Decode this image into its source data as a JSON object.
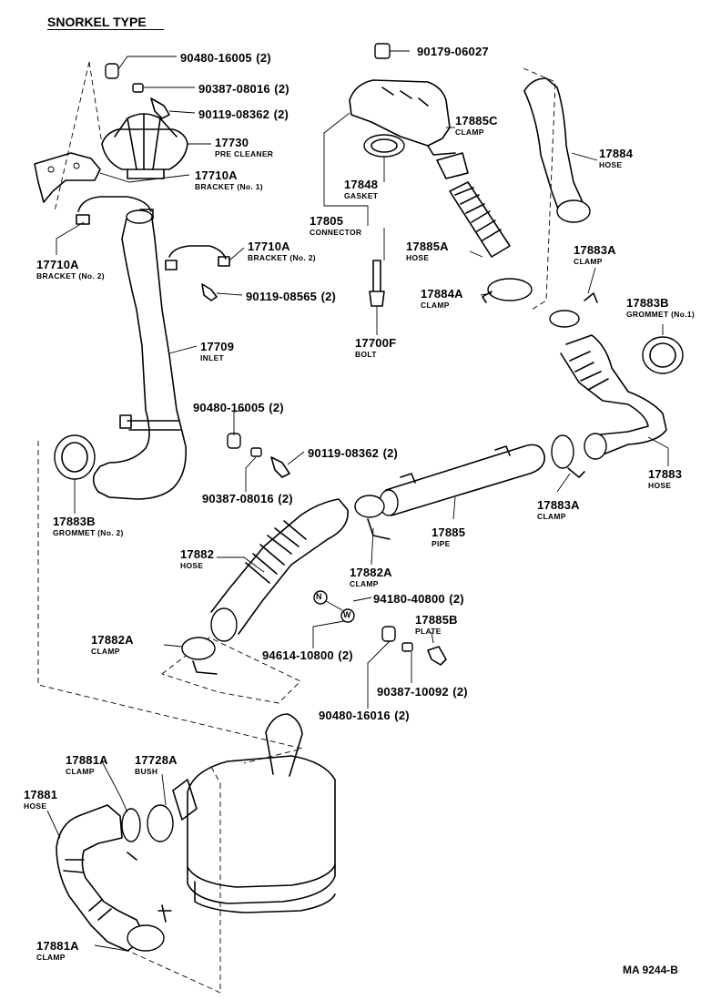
{
  "header": {
    "title": "SNORKEL TYPE"
  },
  "footer": {
    "code": "MA 9244-B"
  },
  "parts": [
    {
      "key": "p01",
      "number": "90480-16005",
      "qty": "(2)"
    },
    {
      "key": "p02",
      "number": "90387-08016",
      "qty": "(2)"
    },
    {
      "key": "p03",
      "number": "90119-08362",
      "qty": "(2)"
    },
    {
      "key": "p04",
      "number": "17730",
      "desc": "PRE CLEANER"
    },
    {
      "key": "p05",
      "number": "17710A",
      "desc": "BRACKET (No. 1)"
    },
    {
      "key": "p06",
      "number": "17710A",
      "desc": "BRACKET (No. 2)"
    },
    {
      "key": "p07",
      "number": "17710A",
      "desc": "BRACKET (No. 2)"
    },
    {
      "key": "p08",
      "number": "90119-08565",
      "qty": "(2)"
    },
    {
      "key": "p09",
      "number": "17709",
      "desc": "INLET"
    },
    {
      "key": "p10",
      "number": "90480-16005",
      "qty": "(2)"
    },
    {
      "key": "p11",
      "number": "90119-08362",
      "qty": "(2)"
    },
    {
      "key": "p12",
      "number": "90387-08016",
      "qty": "(2)"
    },
    {
      "key": "p13",
      "number": "17883B",
      "desc": "GROMMET (No. 2)"
    },
    {
      "key": "p14",
      "number": "90179-06027"
    },
    {
      "key": "p15",
      "number": "17885C",
      "desc": "CLAMP"
    },
    {
      "key": "p16",
      "number": "17848",
      "desc": "GASKET"
    },
    {
      "key": "p17",
      "number": "17805",
      "desc": "CONNECTOR"
    },
    {
      "key": "p18",
      "number": "17885A",
      "desc": "HOSE"
    },
    {
      "key": "p19",
      "number": "17884A",
      "desc": "CLAMP"
    },
    {
      "key": "p20",
      "number": "17700F",
      "desc": "BOLT"
    },
    {
      "key": "p21",
      "number": "17884",
      "desc": "HOSE"
    },
    {
      "key": "p22",
      "number": "17883A",
      "desc": "CLAMP"
    },
    {
      "key": "p23",
      "number": "17883B",
      "desc": "GROMMET (No.1)"
    },
    {
      "key": "p24",
      "number": "17883",
      "desc": "HOSE"
    },
    {
      "key": "p25",
      "number": "17883A",
      "desc": "CLAMP"
    },
    {
      "key": "p26",
      "number": "17885",
      "desc": "PIPE"
    },
    {
      "key": "p27",
      "number": "17882",
      "desc": "HOSE"
    },
    {
      "key": "p28",
      "number": "17882A",
      "desc": "CLAMP"
    },
    {
      "key": "p29",
      "number": "94180-40800",
      "qty": "(2)"
    },
    {
      "key": "p30",
      "number": "17885B",
      "desc": "PLATE"
    },
    {
      "key": "p31",
      "number": "94614-10800",
      "qty": "(2)"
    },
    {
      "key": "p32",
      "number": "90387-10092",
      "qty": "(2)"
    },
    {
      "key": "p33",
      "number": "90480-16016",
      "qty": "(2)"
    },
    {
      "key": "p34",
      "number": "17882A",
      "desc": "CLAMP"
    },
    {
      "key": "p35",
      "number": "17881A",
      "desc": "CLAMP"
    },
    {
      "key": "p36",
      "number": "17728A",
      "desc": "BUSH"
    },
    {
      "key": "p37",
      "number": "17881",
      "desc": "HOSE"
    },
    {
      "key": "p38",
      "number": "17881A",
      "desc": "CLAMP"
    }
  ],
  "markers": {
    "n": "N",
    "w": "W"
  }
}
